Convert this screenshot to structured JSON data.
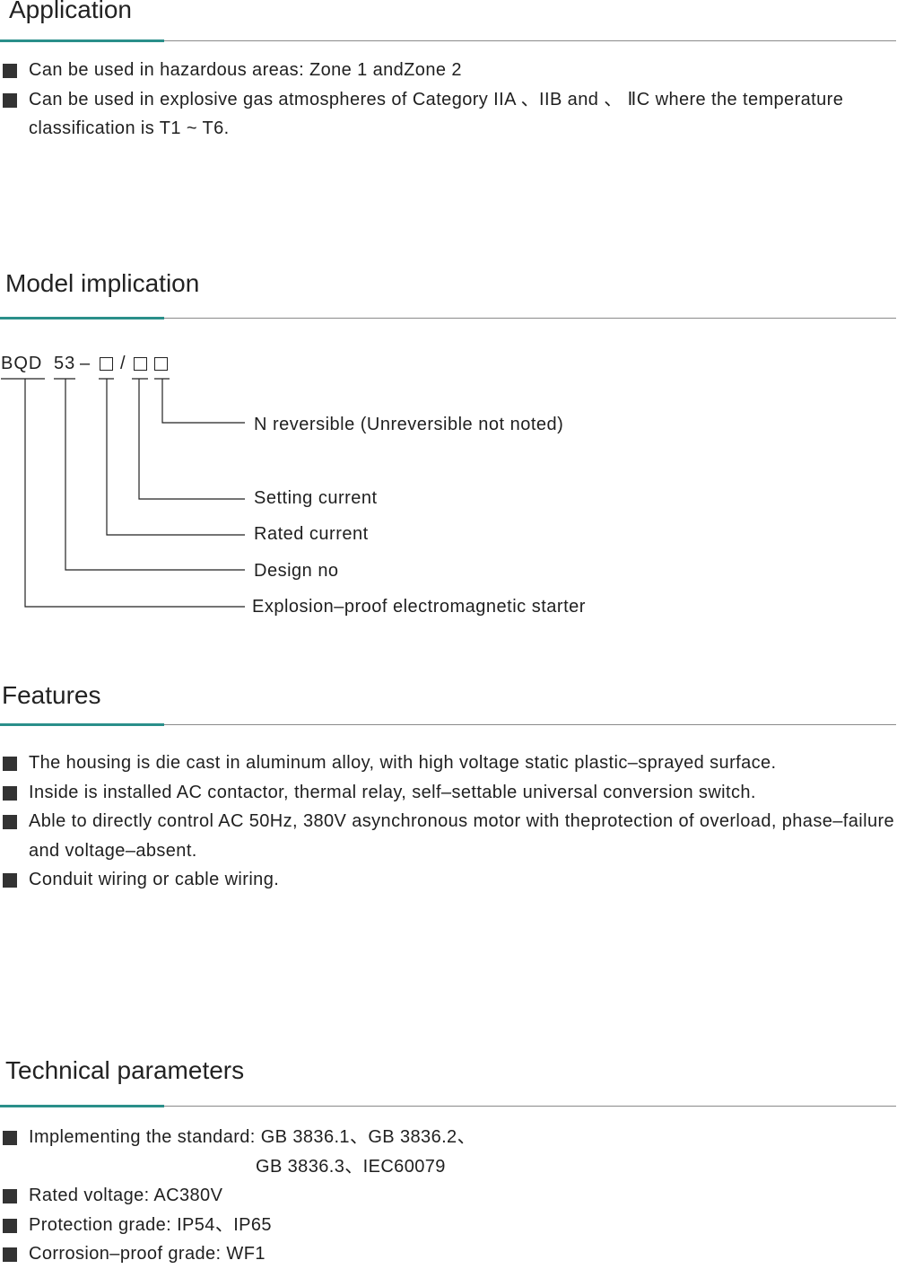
{
  "application": {
    "title": "Application",
    "items": [
      "Can be used in hazardous areas: Zone 1 andZone 2",
      "Can be used in explosive gas atmospheres of Category IIA 、IIB and 、 ⅡC where the temperature classification is T1 ~ T6."
    ]
  },
  "model": {
    "title": "Model implication",
    "code_parts": [
      "BQD",
      "53",
      "–",
      "/"
    ],
    "labels": [
      "N reversible (Unreversible not noted)",
      "Setting current",
      "Rated current",
      "Design no",
      "Explosion–proof electromagnetic starter"
    ]
  },
  "features": {
    "title": "Features",
    "items": [
      "The housing is die cast in aluminum alloy, with high voltage static plastic–sprayed surface.",
      "Inside is installed AC contactor, thermal relay, self–settable universal conversion switch.",
      "Able to directly control AC 50Hz, 380V asynchronous motor with theprotection of overload, phase–failure and voltage–absent.",
      "Conduit wiring or cable wiring."
    ]
  },
  "technical": {
    "title": "Technical parameters",
    "standard_line1": "Implementing the standard: GB 3836.1、GB 3836.2、",
    "standard_line2": "GB 3836.3、IEC60079",
    "items": [
      "Rated voltage: AC380V",
      "Protection grade: IP54、IP65",
      "Corrosion–proof grade: WF1"
    ]
  },
  "colors": {
    "accent": "#2a8f8a",
    "rule": "#8a8a8a",
    "bullet": "#333333"
  }
}
